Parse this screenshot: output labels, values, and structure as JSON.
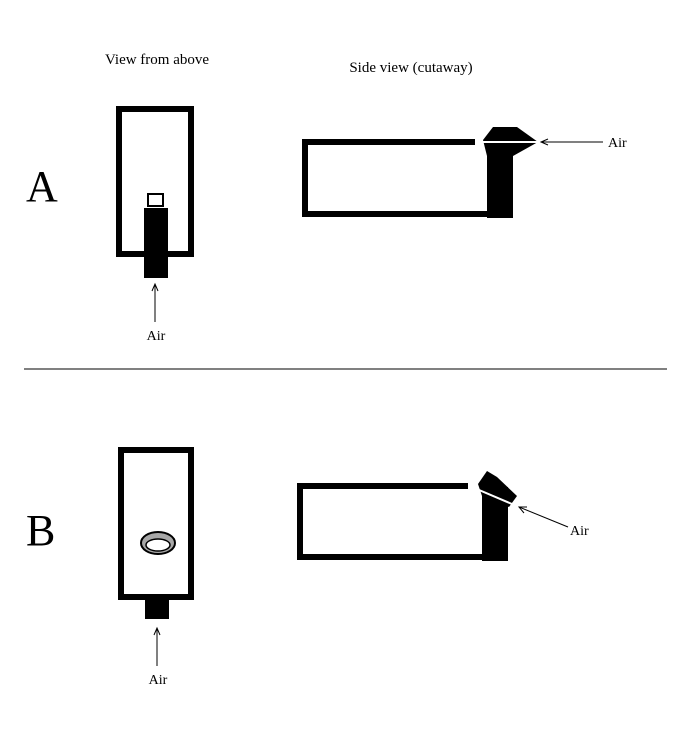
{
  "headers": {
    "top_view": "View from above",
    "side_view": "Side view (cutaway)"
  },
  "panels": {
    "a": {
      "letter": "A",
      "air_label_top": "Air",
      "air_label_side": "Air"
    },
    "b": {
      "letter": "B",
      "air_label_top": "Air",
      "air_label_side": "Air"
    }
  },
  "colors": {
    "ink": "#000000",
    "background": "#ffffff",
    "ring_fill": "#a8a8a8"
  }
}
